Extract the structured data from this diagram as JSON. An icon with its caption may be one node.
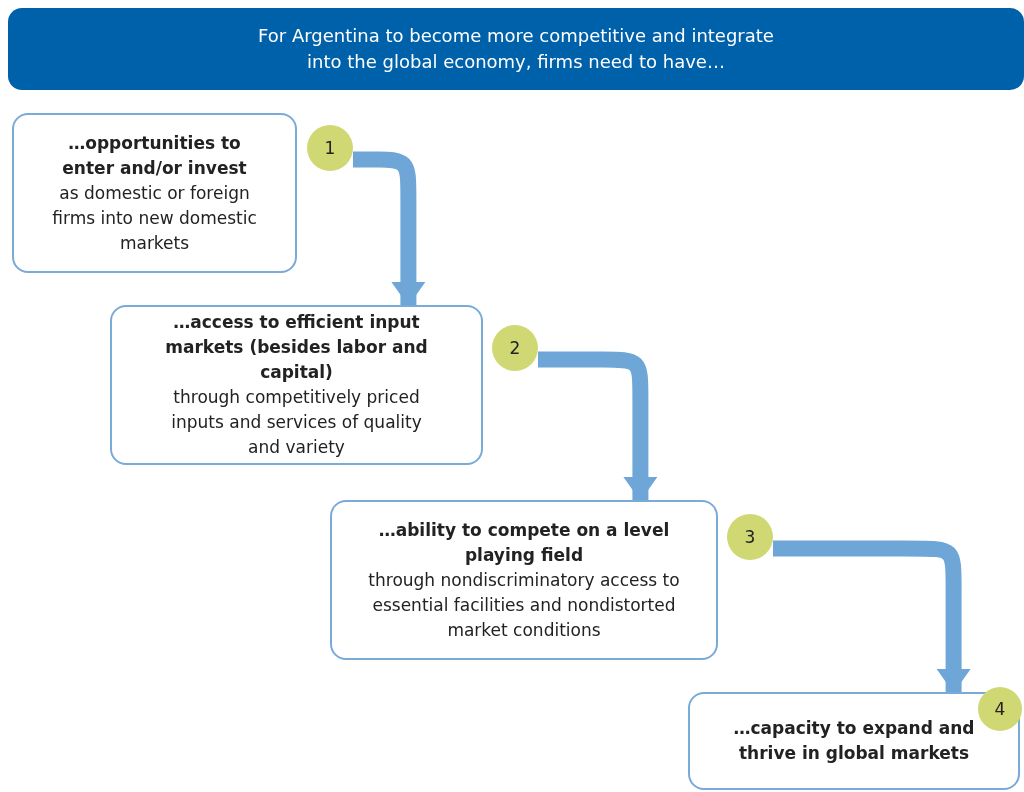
{
  "diagram": {
    "nodes": [
      {
        "text": [
          "For Argentina to become more competitive and integrate into the global economy, firms need to have…"
        ]
      },
      {
        "text": [
          "…opportunities to enter and/or invest",
          "as domestic or foreign firms into new domestic markets"
        ]
      },
      {
        "text": [
          "1"
        ]
      },
      {
        "text": [
          "…access to efficient input markets (besides labor and capital)",
          "through competitively priced inputs and services of quality and variety"
        ]
      },
      {
        "text": [
          "2"
        ]
      },
      {
        "text": [
          "…ability to compete on a level playing field",
          "through nondiscriminatory access to essential facilities and nondistorted market conditions"
        ]
      },
      {
        "text": [
          "3"
        ]
      },
      {
        "text": [
          "…capacity to expand and thrive in global markets"
        ]
      },
      {
        "text": [
          "4"
        ]
      }
    ],
    "edges": [
      {
        "from": 2,
        "to": 3,
        "arrow": "to"
      },
      {
        "from": 4,
        "to": 5,
        "arrow": "to"
      },
      {
        "from": 6,
        "to": 7,
        "arrow": "to"
      }
    ]
  }
}
